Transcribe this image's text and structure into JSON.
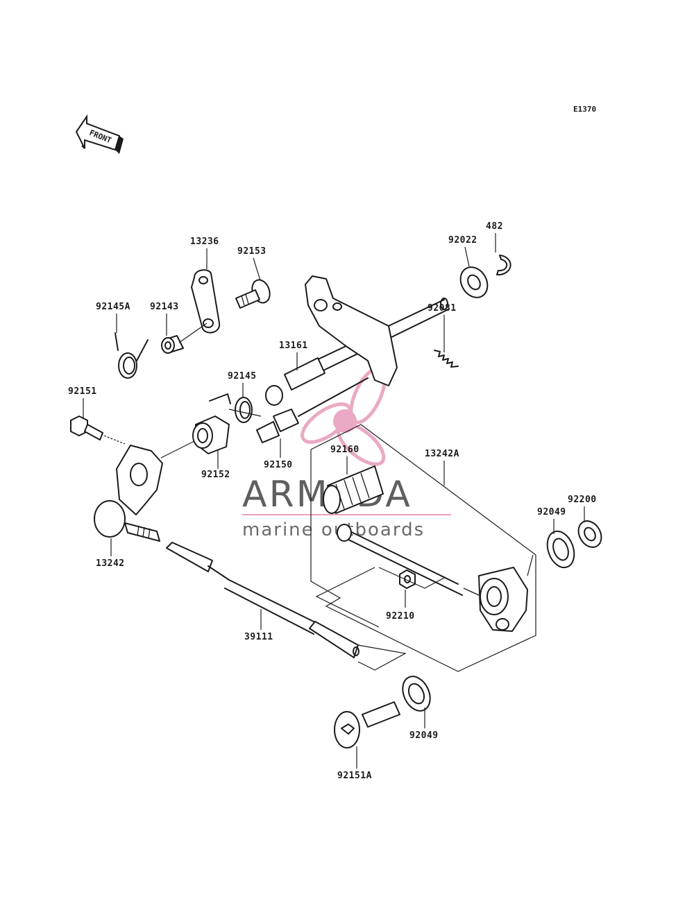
{
  "diagram": {
    "code": "E1370",
    "front_label": "FRONT",
    "parts": [
      {
        "id": "p13236",
        "label": "13236"
      },
      {
        "id": "p92153",
        "label": "92153"
      },
      {
        "id": "p92022",
        "label": "92022"
      },
      {
        "id": "p482",
        "label": "482"
      },
      {
        "id": "p92145A",
        "label": "92145A"
      },
      {
        "id": "p92143",
        "label": "92143"
      },
      {
        "id": "p92081",
        "label": "92081"
      },
      {
        "id": "p13161",
        "label": "13161"
      },
      {
        "id": "p92145",
        "label": "92145"
      },
      {
        "id": "p92151",
        "label": "92151"
      },
      {
        "id": "p92150",
        "label": "92150"
      },
      {
        "id": "p92160",
        "label": "92160"
      },
      {
        "id": "p13242A",
        "label": "13242A"
      },
      {
        "id": "p92152",
        "label": "92152"
      },
      {
        "id": "p92200",
        "label": "92200"
      },
      {
        "id": "p92049a",
        "label": "92049"
      },
      {
        "id": "p13242",
        "label": "13242"
      },
      {
        "id": "p92210",
        "label": "92210"
      },
      {
        "id": "p39111",
        "label": "39111"
      },
      {
        "id": "p92049b",
        "label": "92049"
      },
      {
        "id": "p92151A",
        "label": "92151A"
      }
    ]
  },
  "watermark": {
    "brand": "ARMADA",
    "tagline": "marine outboards",
    "accent_color": "#e8a0be",
    "text_color": "#5f5f5f"
  }
}
